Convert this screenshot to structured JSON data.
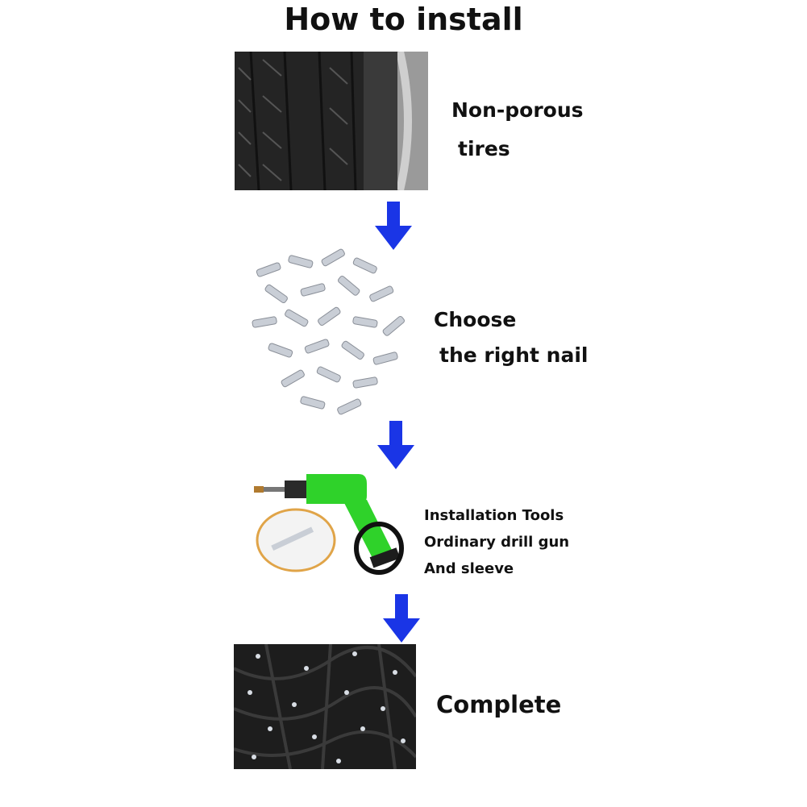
{
  "title": "How to install",
  "steps": [
    {
      "image": "tire-tread-photo",
      "lines": [
        "Non-porous",
        "tires"
      ]
    },
    {
      "image": "nails-pile-photo",
      "lines": [
        "Choose",
        "the right nail"
      ]
    },
    {
      "image": "drill-and-sleeve-photo",
      "lines": [
        "Installation Tools",
        "Ordinary drill gun",
        "And sleeve"
      ]
    },
    {
      "image": "studded-tire-photo",
      "lines": [
        "Complete"
      ]
    }
  ],
  "arrow_icon": "arrow-down-icon",
  "colors": {
    "arrow": "#1a35e6",
    "drill": "#2fd22a",
    "tire": "#1d1d1d"
  }
}
